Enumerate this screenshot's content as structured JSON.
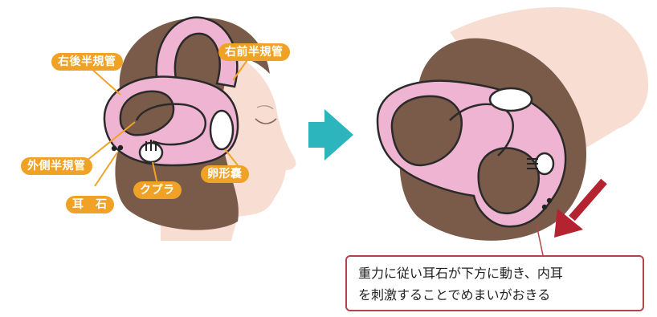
{
  "left_labels": {
    "posterior_canal": "右後半規管",
    "anterior_canal": "右前半規管",
    "lateral_canal": "外側半規管",
    "otolith": "耳　石",
    "cupula": "クプラ",
    "utricle": "卵形嚢"
  },
  "callout": {
    "line1": "重力に従い耳石が下方に動き、内耳",
    "line2": "を刺激することでめまいがおきる"
  },
  "colors": {
    "label_bg": "#f0a227",
    "arrow_cyan": "#2cb5bd",
    "arrow_red": "#b32430",
    "hair": "#7a5a48",
    "skin": "#f8ddd2",
    "canal": "#efb4d2",
    "callout_border": "#b2454a"
  }
}
